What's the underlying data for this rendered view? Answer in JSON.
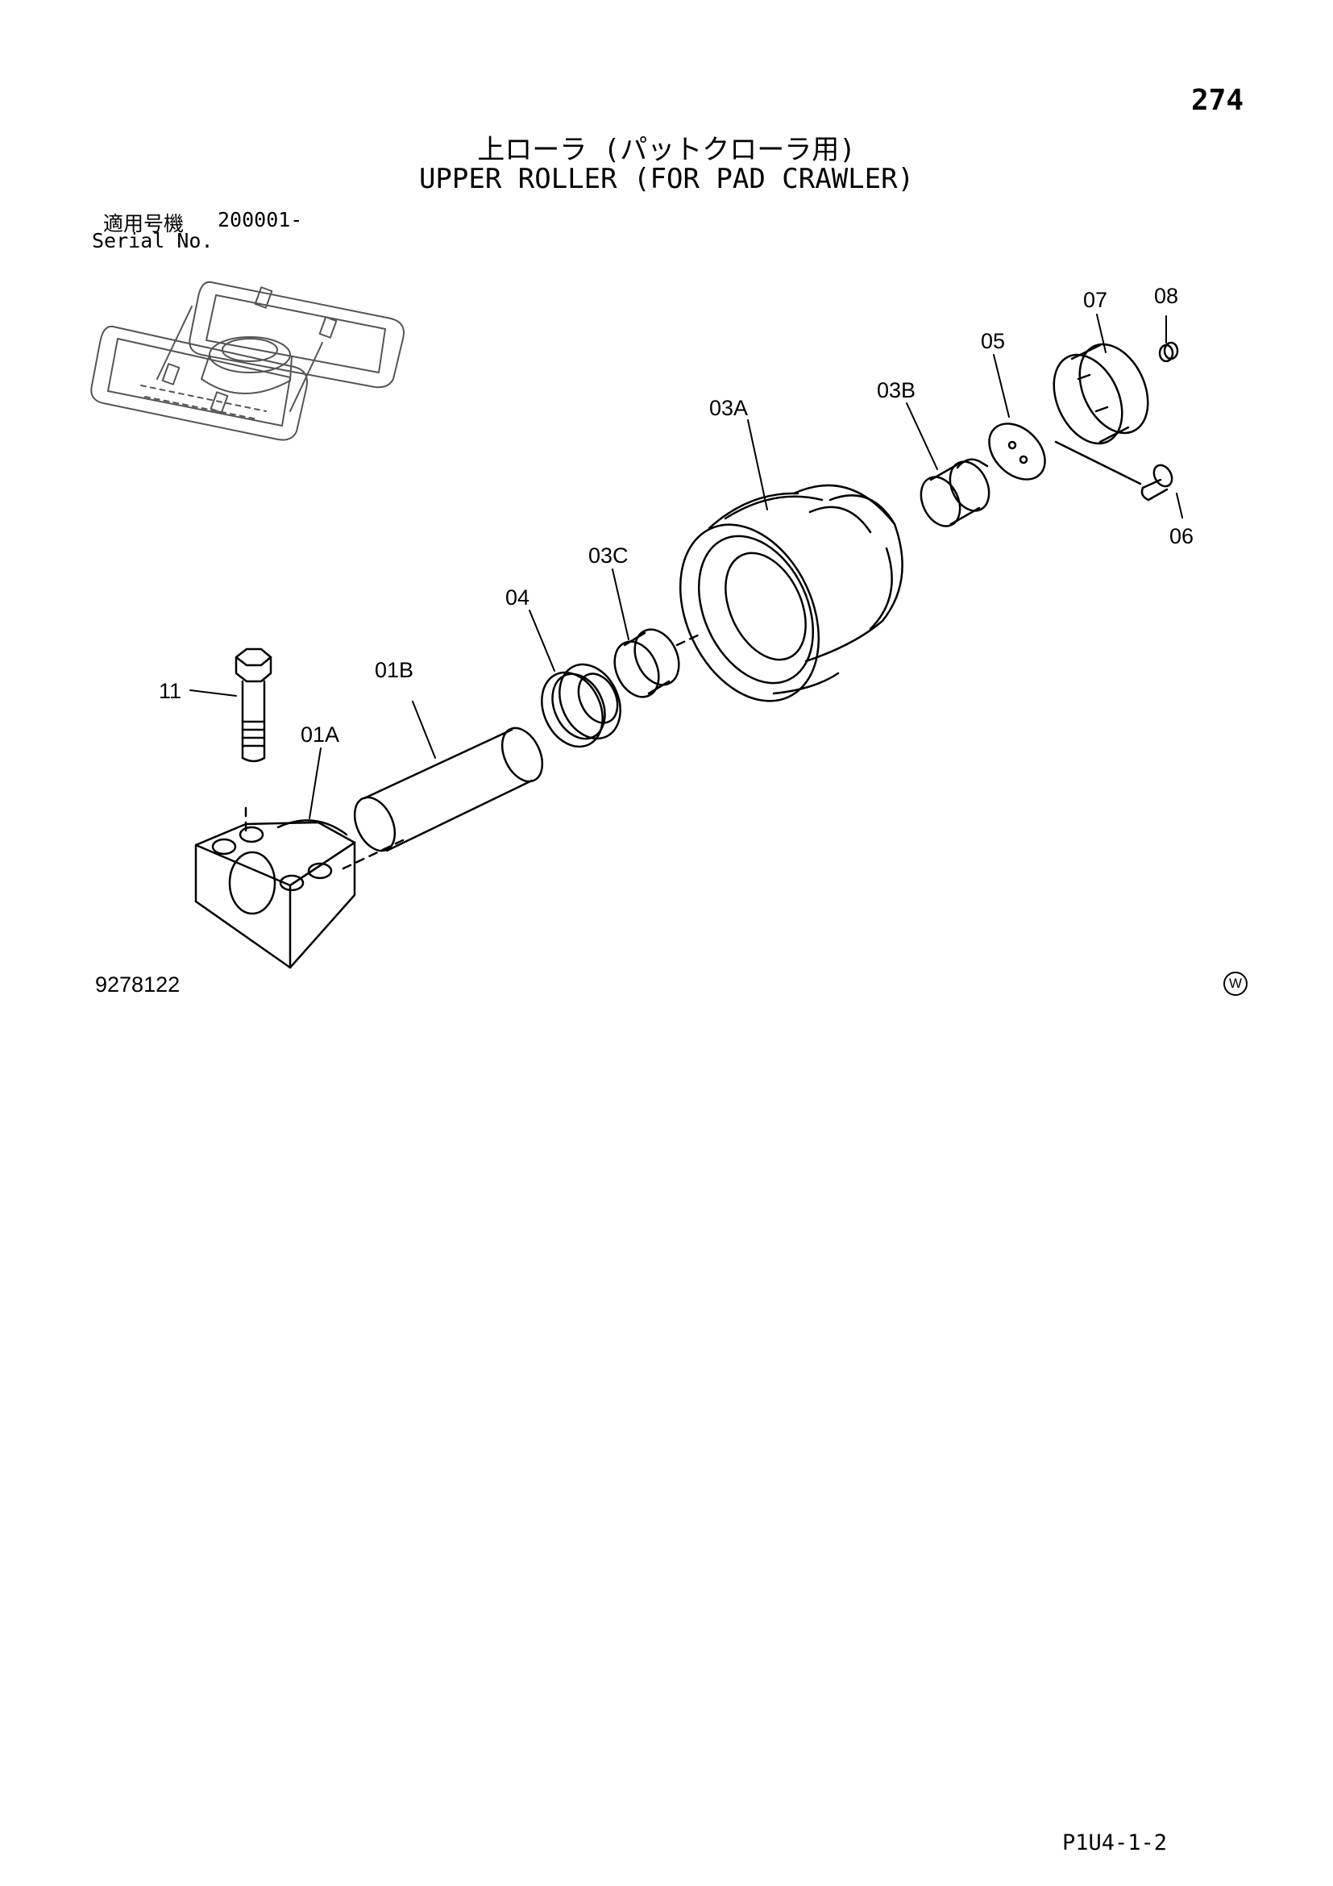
{
  "page_number": "274",
  "title": {
    "japanese": "上ローラ (パットクローラ用)",
    "english": "UPPER ROLLER (FOR PAD CRAWLER)"
  },
  "serial": {
    "label_jp": "適用号機",
    "range": "200001-",
    "label_en": "Serial No."
  },
  "parts": [
    {
      "ref": "01A"
    },
    {
      "ref": "01B"
    },
    {
      "ref": "03A"
    },
    {
      "ref": "03B"
    },
    {
      "ref": "03C"
    },
    {
      "ref": "04"
    },
    {
      "ref": "05"
    },
    {
      "ref": "06"
    },
    {
      "ref": "07"
    },
    {
      "ref": "08"
    },
    {
      "ref": "11"
    }
  ],
  "drawing_number": "9278122",
  "w_mark": "W",
  "page_code": "P1U4-1-2"
}
